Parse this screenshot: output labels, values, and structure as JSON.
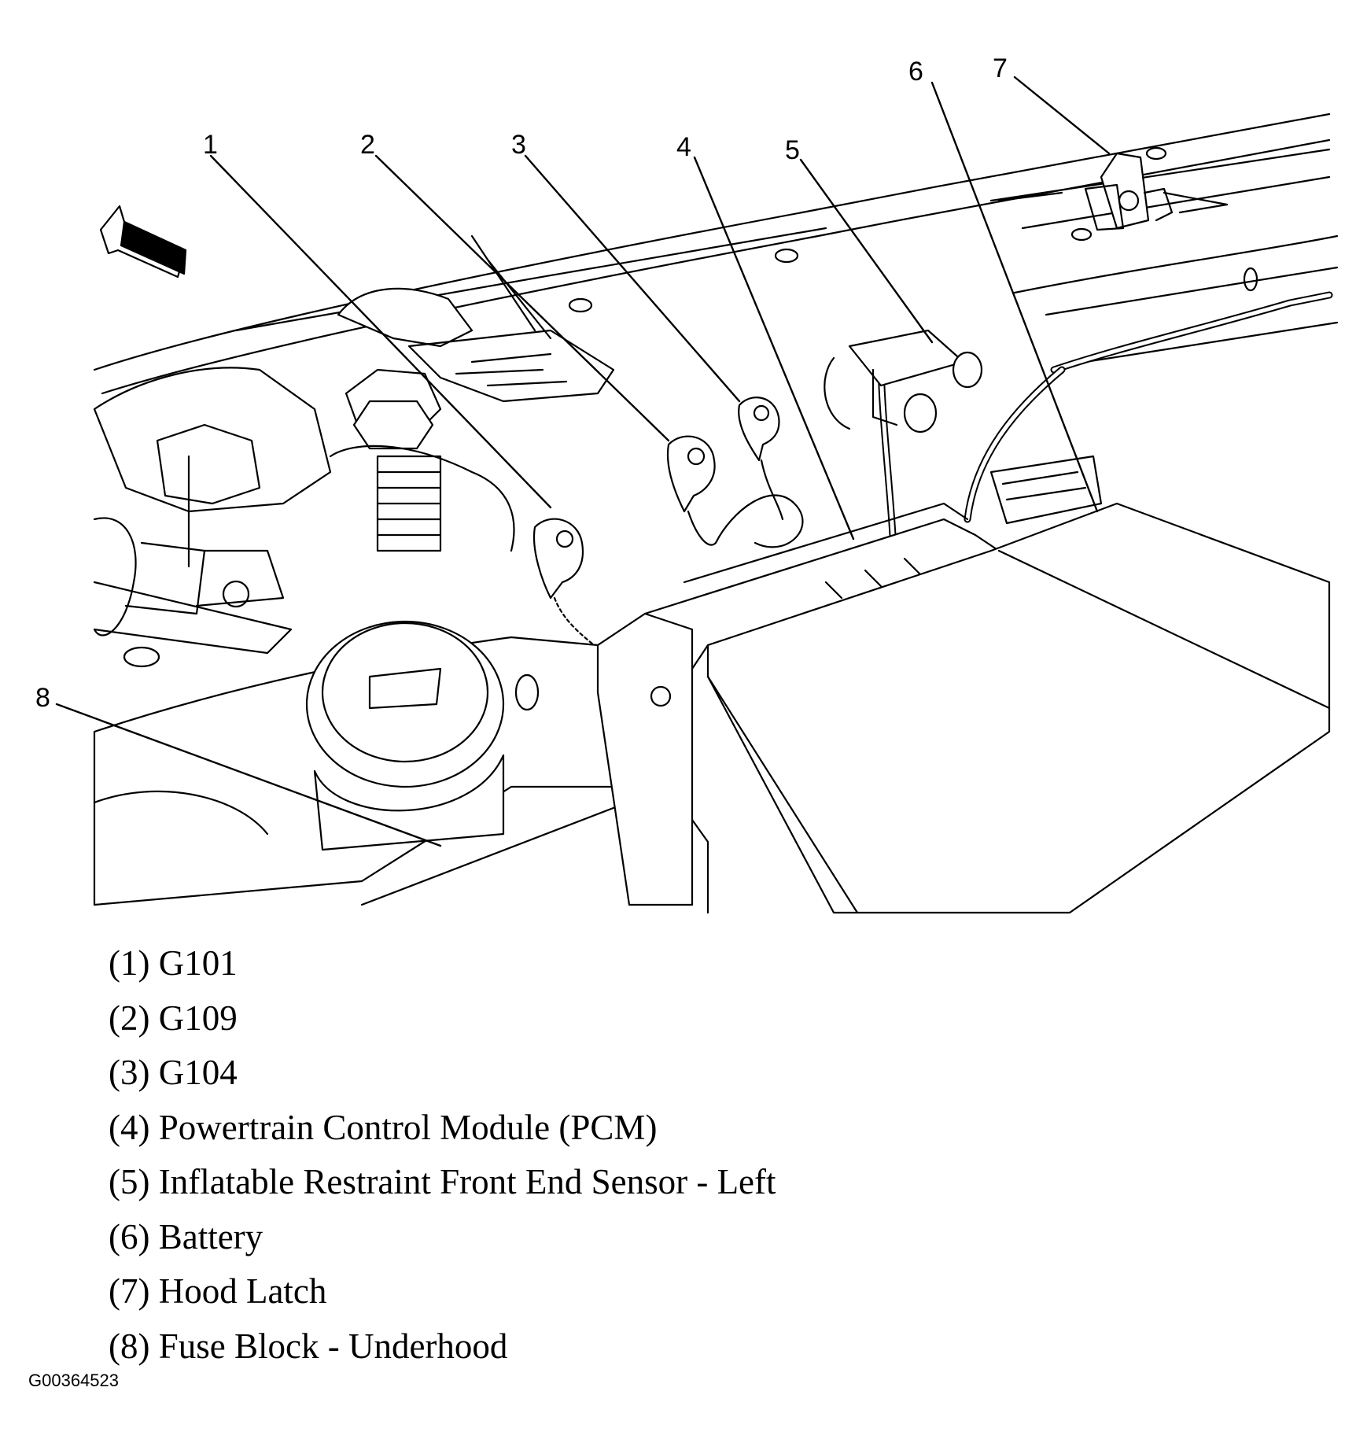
{
  "diagram": {
    "callouts": [
      {
        "number": "1",
        "label": "G101"
      },
      {
        "number": "2",
        "label": "G109"
      },
      {
        "number": "3",
        "label": "G104"
      },
      {
        "number": "4",
        "label": "Powertrain Control Module (PCM)"
      },
      {
        "number": "5",
        "label": "Inflatable Restraint Front End Sensor - Left"
      },
      {
        "number": "6",
        "label": "Battery"
      },
      {
        "number": "7",
        "label": "Hood Latch"
      },
      {
        "number": "8",
        "label": "Fuse Block - Underhood"
      }
    ],
    "legend": [
      "(1) G101",
      "(2) G109",
      "(3) G104",
      "(4) Powertrain Control Module (PCM)",
      "(5) Inflatable Restraint Front End Sensor - Left",
      "(6) Battery",
      "(7) Hood Latch",
      "(8) Fuse Block - Underhood"
    ],
    "figure_id": "G00364523",
    "forward_arrow_icon": "arrow-icon"
  }
}
